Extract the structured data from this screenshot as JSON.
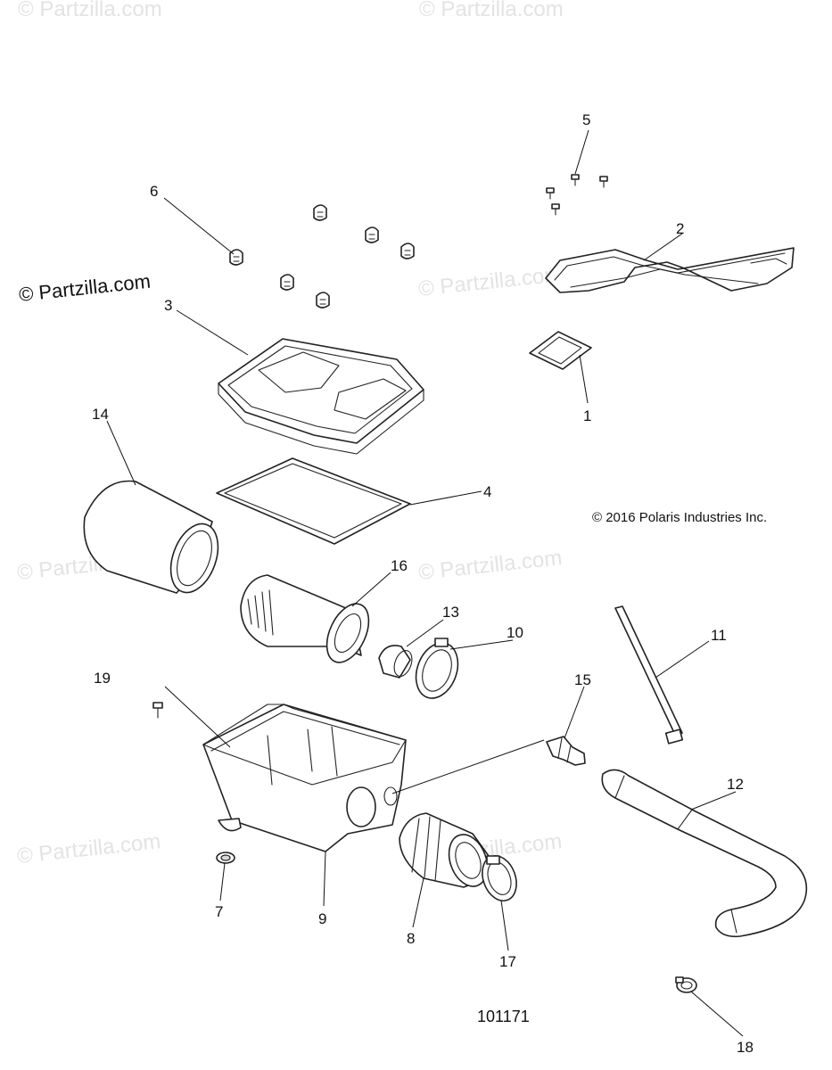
{
  "watermark": {
    "brand": "© Partzilla.com",
    "main_label": "© Partzilla.com"
  },
  "copyright": "© 2016 Polaris Industries Inc.",
  "diagram_number": "101171",
  "callouts": [
    {
      "id": "1",
      "label": "1"
    },
    {
      "id": "2",
      "label": "2"
    },
    {
      "id": "3",
      "label": "3"
    },
    {
      "id": "4",
      "label": "4"
    },
    {
      "id": "5",
      "label": "5"
    },
    {
      "id": "6",
      "label": "6"
    },
    {
      "id": "7",
      "label": "7"
    },
    {
      "id": "8",
      "label": "8"
    },
    {
      "id": "9",
      "label": "9"
    },
    {
      "id": "10",
      "label": "10"
    },
    {
      "id": "11",
      "label": "11"
    },
    {
      "id": "12",
      "label": "12"
    },
    {
      "id": "13",
      "label": "13"
    },
    {
      "id": "14",
      "label": "14"
    },
    {
      "id": "15",
      "label": "15"
    },
    {
      "id": "16",
      "label": "16"
    },
    {
      "id": "17",
      "label": "17"
    },
    {
      "id": "18",
      "label": "18"
    },
    {
      "id": "19",
      "label": "19"
    }
  ]
}
